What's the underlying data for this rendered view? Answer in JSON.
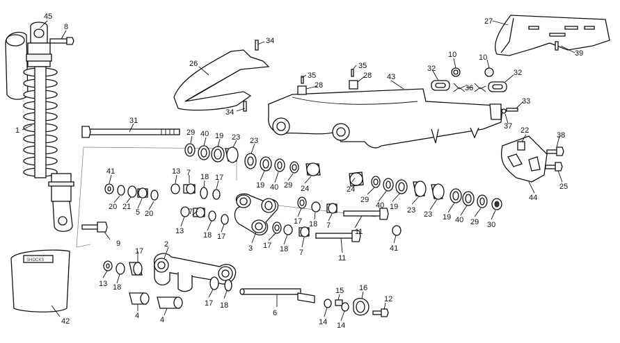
{
  "callouts": {
    "n45": "45",
    "n8": "8",
    "n1": "1",
    "n9": "9",
    "n42": "42",
    "n26": "26",
    "n34a": "34",
    "n34b": "34",
    "n31": "31",
    "n29a": "29",
    "n40a": "40",
    "n19a": "19",
    "n23a": "23",
    "n23b": "23",
    "n19b": "19",
    "n40b": "40",
    "n29b": "29",
    "n24a": "24",
    "n41a": "41",
    "n20a": "20",
    "n21": "21",
    "n5": "5",
    "n20b": "20",
    "n13a": "13",
    "n7a": "7",
    "n18a": "18",
    "n17a": "17",
    "n13b": "13",
    "n7b": "7",
    "n18b": "18",
    "n17b": "17",
    "n3": "3",
    "n17c": "17",
    "n18c": "18",
    "n7c": "7",
    "n17d": "17",
    "n18d": "18",
    "n7d": "7",
    "n2": "2",
    "n17e": "17",
    "n13c": "13",
    "n18e": "18",
    "n4a": "4",
    "n4b": "4",
    "n17f": "17",
    "n18f": "18",
    "n6": "6",
    "n14a": "14",
    "n15": "15",
    "n14b": "14",
    "n16": "16",
    "n12": "12",
    "n35a": "35",
    "n28a": "28",
    "n35b": "35",
    "n28b": "28",
    "n43": "43",
    "n32a": "32",
    "n10a": "10",
    "n10b": "10",
    "n36": "36",
    "n32b": "32",
    "n27": "27",
    "n39": "39",
    "n33": "33",
    "n37": "37",
    "n22": "22",
    "n38": "38",
    "n25": "25",
    "n44": "44",
    "n24b": "24",
    "n29c": "29",
    "n40c": "40",
    "n19c": "19",
    "n23c": "23",
    "n23d": "23",
    "n19d": "19",
    "n40d": "40",
    "n29d": "29",
    "n30": "30",
    "n11a": "11",
    "n11b": "11",
    "n41b": "41"
  },
  "bag_label": "SHOCKS"
}
